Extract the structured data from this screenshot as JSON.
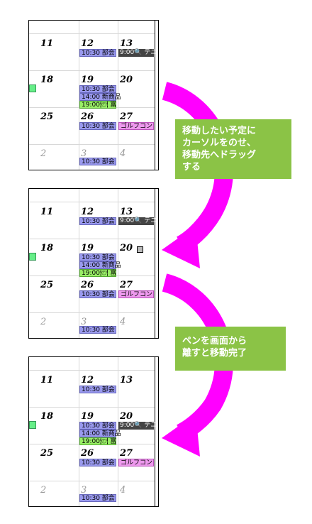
{
  "panel1": {
    "days": [
      "11",
      "12",
      "13",
      "18",
      "19",
      "20",
      "25",
      "26",
      "27",
      "2",
      "3",
      "4"
    ],
    "events": {
      "e1": "10:30 部会",
      "e2": "9:00🔍 テニ",
      "e3": "10:30 部会",
      "e4": "14:00 新商品",
      "e5": "19:00🍽 富",
      "e6": "10:30 部会",
      "e7": "ゴルフコン",
      "e8": "10:30 部会"
    }
  },
  "panel2": {
    "days": [
      "11",
      "12",
      "13",
      "18",
      "19",
      "20",
      "25",
      "26",
      "27",
      "2",
      "3",
      "4"
    ],
    "events": {
      "e1": "10:30 部会",
      "e2": "9:00🔍 テニ",
      "e3": "10:30 部会",
      "e4": "14:00 新商品",
      "e5": "19:00🍽 富",
      "e6": "10:30 部会",
      "e7": "ゴルフコン",
      "e8": "10:30 部会"
    }
  },
  "panel3": {
    "days": [
      "11",
      "12",
      "13",
      "18",
      "19",
      "20",
      "25",
      "26",
      "27",
      "2",
      "3",
      "4"
    ],
    "events": {
      "e1": "10:30 部会",
      "e2": "10:30 部会",
      "e3": "14:00 新商品",
      "e4": "19:00🍽 富",
      "e5": "9:00🔍 テニ",
      "e6": "10:30 部会",
      "e7": "ゴルフコン",
      "e8": "10:30 部会"
    }
  },
  "notes": {
    "step1": "移動したい予定に\nカーソルをのせ、\n移動先へドラッグ\nする",
    "step2": "ペンを画面から\n離すと移動完了"
  },
  "colors": {
    "arrow": "#ff00ff",
    "note_bg": "#8bc346",
    "event_blue": "#9999ee",
    "event_green": "#99ee66",
    "event_pink": "#ee99ee"
  }
}
